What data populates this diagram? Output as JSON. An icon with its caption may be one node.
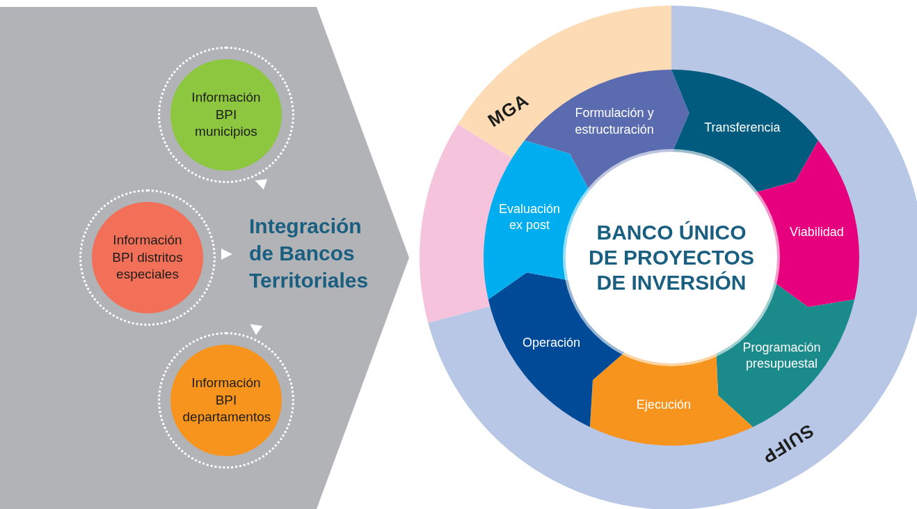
{
  "diagram": {
    "nodes": [
      {
        "text": [
          "Integración de Bancos Territoriales"
        ]
      },
      {
        "text": [
          "Información BPI municipios"
        ],
        "in": 0
      },
      {
        "text": [
          "Información BPI distritos especiales"
        ],
        "in": 0
      },
      {
        "text": [
          "Información BPI departamentos"
        ],
        "in": 0
      },
      {
        "text": [],
        "shape": "arc"
      },
      {
        "text": [
          "MGA"
        ]
      },
      {
        "text": [
          "SUIFP"
        ]
      },
      {
        "text": [
          "Formulación y estructuración"
        ]
      },
      {
        "text": [
          "Transferencia"
        ]
      },
      {
        "text": [
          "Viabilidad"
        ]
      },
      {
        "text": [
          "Programación presupuestal"
        ]
      },
      {
        "text": [
          "Ejecución"
        ]
      },
      {
        "text": [
          "Operación"
        ]
      },
      {
        "text": [
          "Evaluación ex post"
        ]
      },
      {
        "text": [
          "BANCO ÚNICO DE PROYECTOS DE INVERSIÓN"
        ]
      }
    ]
  }
}
